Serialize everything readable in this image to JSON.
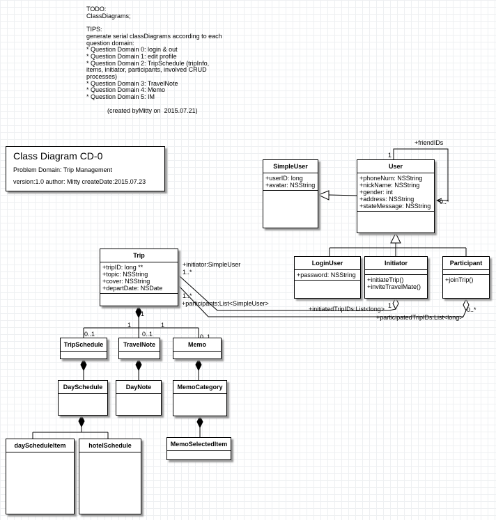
{
  "notes": {
    "text": "TODO:\nClassDiagrams;\n\nTIPS:\ngenerate serial classDiagrams according to each question domain:\n* Question Domain 0: login & out\n* Question Domain 1: edit profile\n* Question Domain 2: TripSchedule (tripInfo, items, initiator, participants, involved CRUD processes)\n* Question Domain 3: TravelNote\n* Question Domain 4: Memo\n* Question Domain 5: IM\n\n            (created byMitty on  2015.07.21)"
  },
  "title_box": {
    "title": "Class Diagram CD-0",
    "domain": "Problem Domain: Trip Management",
    "version": "version:1.0  author: Mitty createDate:2015.07.23"
  },
  "classes": {
    "simple_user": {
      "name": "SimpleUser",
      "attributes": [
        "+userID: long",
        "+avatar: NSString"
      ],
      "operations": []
    },
    "user": {
      "name": "User",
      "attributes": [
        "+phoneNum: NSString",
        "+nickName: NSString",
        "+gender: int",
        "+address: NSString",
        "+stateMessage: NSString"
      ],
      "operations": []
    },
    "login_user": {
      "name": "LoginUser",
      "attributes": [
        "+password: NSString"
      ],
      "operations": []
    },
    "initiator": {
      "name": "Initiator",
      "attributes": [],
      "operations": [
        "+initiateTrip()",
        "+inviteTravelMate()"
      ]
    },
    "participant": {
      "name": "Participant",
      "attributes": [],
      "operations": [
        "+joinTrip()"
      ]
    },
    "trip": {
      "name": "Trip",
      "attributes": [
        "+tripID: long **",
        "+topic: NSString",
        "+cover: NSString",
        "+departDate: NSDate"
      ],
      "operations": []
    },
    "trip_schedule": {
      "name": "TripSchedule"
    },
    "travel_note": {
      "name": "TravelNote"
    },
    "memo": {
      "name": "Memo"
    },
    "day_schedule": {
      "name": "DaySchedule"
    },
    "day_note": {
      "name": "DayNote"
    },
    "memo_category": {
      "name": "MemoCategory"
    },
    "day_schedule_item": {
      "name": "dayScheduleItem"
    },
    "hotel_schedule": {
      "name": "hotelSchedule"
    },
    "memo_selected_item": {
      "name": "MemoSelectedItem"
    }
  },
  "labels": {
    "friend_ids": "+friendIDs",
    "friend_one": "1",
    "friend_many": "0..*",
    "initiator_role": "+initiator:SimpleUser",
    "initiator_mult": "1..*",
    "participants_mult": "1..*",
    "participants_role": "+participants:List<SimpleUser>",
    "initiator_one": "1",
    "initiated_ids": "+initiatedTripIDs:List<long>",
    "participant_many": "0..*",
    "participated_ids": "+participatedTripIDs:List<long>",
    "trip_one": "1",
    "ts_one": "1",
    "ts_mult": "0..1",
    "tn_mult": "0..1",
    "memo_one": "1",
    "memo_mult": "0..1"
  }
}
